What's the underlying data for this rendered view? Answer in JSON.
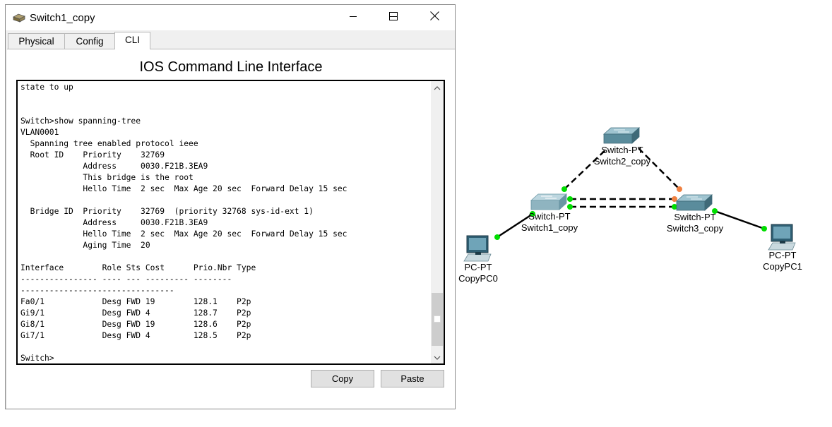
{
  "window": {
    "title": "Switch1_copy",
    "tabs": [
      {
        "label": "Physical"
      },
      {
        "label": "Config"
      },
      {
        "label": "CLI"
      }
    ],
    "active_tab": "CLI",
    "panel_title": "IOS Command Line Interface",
    "cli_output": "state to up\n\n\nSwitch>show spanning-tree\nVLAN0001\n  Spanning tree enabled protocol ieee\n  Root ID    Priority    32769\n             Address     0030.F21B.3EA9\n             This bridge is the root\n             Hello Time  2 sec  Max Age 20 sec  Forward Delay 15 sec\n\n  Bridge ID  Priority    32769  (priority 32768 sys-id-ext 1)\n             Address     0030.F21B.3EA9\n             Hello Time  2 sec  Max Age 20 sec  Forward Delay 15 sec\n             Aging Time  20\n\nInterface        Role Sts Cost      Prio.Nbr Type\n---------------- ---- --- --------- -------- \n--------------------------------\nFa0/1            Desg FWD 19        128.1    P2p\nGi9/1            Desg FWD 4         128.7    P2p\nGi8/1            Desg FWD 19        128.6    P2p\nGi7/1            Desg FWD 4         128.5    P2p\n\nSwitch>",
    "buttons": {
      "copy": "Copy",
      "paste": "Paste"
    }
  },
  "topology": {
    "devices": [
      {
        "id": "switch2",
        "model": "Switch-PT",
        "name": "Switch2_copy"
      },
      {
        "id": "switch1",
        "model": "Switch-PT",
        "name": "Switch1_copy"
      },
      {
        "id": "switch3",
        "model": "Switch-PT",
        "name": "Switch3_copy"
      },
      {
        "id": "pc0",
        "model": "PC-PT",
        "name": "CopyPC0"
      },
      {
        "id": "pc1",
        "model": "PC-PT",
        "name": "CopyPC1"
      }
    ],
    "link_colors": {
      "up": "#00dd00",
      "blocking": "#f08040"
    }
  }
}
